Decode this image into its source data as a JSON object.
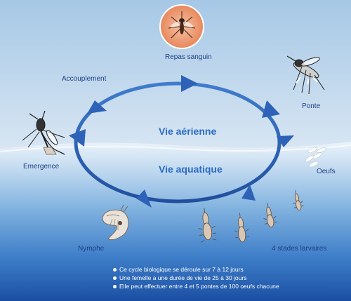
{
  "diagram": {
    "stages": {
      "repas": "Repas sanguin",
      "ponte": "Ponte",
      "oeufs": "Oeufs",
      "larves": "4 stades larvaires",
      "nymphe": "Nymphe",
      "emergence": "Emergence",
      "accouplement": "Accouplement"
    },
    "zones": {
      "aerienne": "Vie aérienne",
      "aquatique": "Vie aquatique"
    },
    "notes": [
      "Ce cycle biologique se déroule sur 7 à 12 jours",
      "Une femelle a une durée de vie de 25 à 30 jours",
      "Elle peut effectuer entre 4 et 5 pontes de 100 oeufs chacune"
    ]
  },
  "colors": {
    "sky_top": "#aacbe8",
    "water": "#1f5bb0",
    "cycle": "#2d62b8",
    "text": "#1d3f86"
  }
}
